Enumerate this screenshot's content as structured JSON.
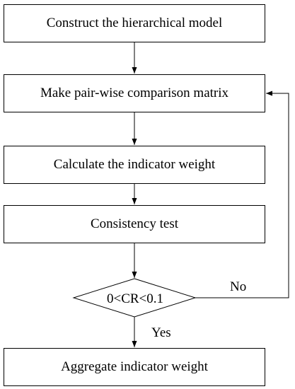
{
  "flowchart": {
    "steps": [
      {
        "label": "Construct the hierarchical model"
      },
      {
        "label": "Make pair-wise comparison matrix"
      },
      {
        "label": "Calculate the indicator weight"
      },
      {
        "label": "Consistency test"
      }
    ],
    "decision": {
      "label": "0<CR<0.1"
    },
    "branches": {
      "no": "No",
      "yes": "Yes"
    },
    "final_step": {
      "label": "Aggregate indicator weight"
    }
  }
}
